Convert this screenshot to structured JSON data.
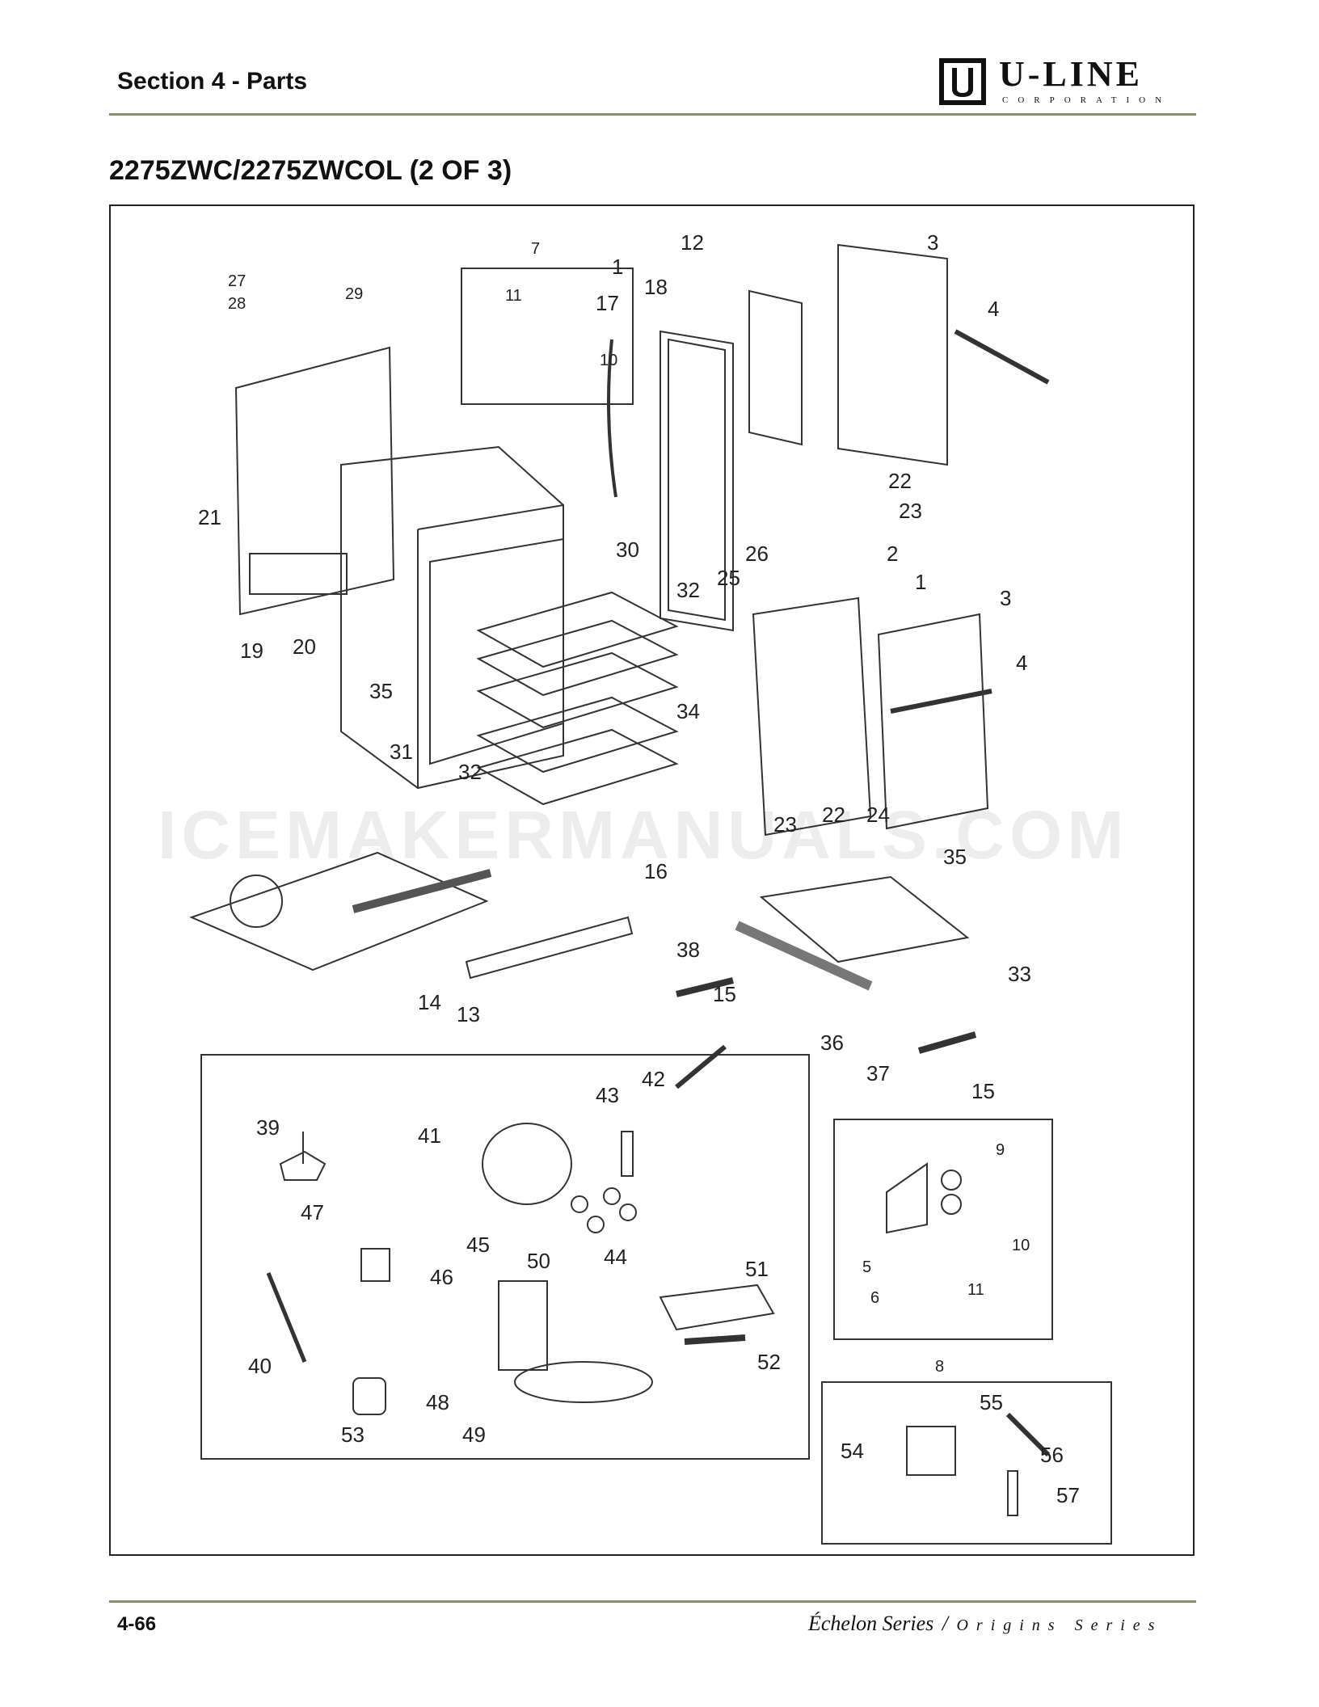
{
  "header": {
    "section_title": "Section 4 - Parts",
    "logo_name": "U-LINE",
    "logo_sub": "CORPORATION",
    "logo_mark": "U"
  },
  "page_title": "2275ZWC/2275ZWCOL (2 OF 3)",
  "watermark": "ICEMAKERMANUALS.COM",
  "callouts": [
    "1",
    "2",
    "3",
    "4",
    "5",
    "6",
    "7",
    "8",
    "9",
    "10",
    "11",
    "12",
    "13",
    "14",
    "15",
    "16",
    "17",
    "18",
    "19",
    "20",
    "21",
    "22",
    "23",
    "24",
    "25",
    "26",
    "27",
    "28",
    "29",
    "30",
    "31",
    "32",
    "33",
    "34",
    "35",
    "36",
    "37",
    "38",
    "39",
    "40",
    "41",
    "42",
    "43",
    "44",
    "45",
    "46",
    "47",
    "48",
    "49",
    "50",
    "51",
    "52",
    "53",
    "54",
    "55",
    "56",
    "57"
  ],
  "footer": {
    "page_number": "4-66",
    "series_echelon": "Échelon Series",
    "series_sep": "/",
    "series_origins": "Origins Series"
  }
}
